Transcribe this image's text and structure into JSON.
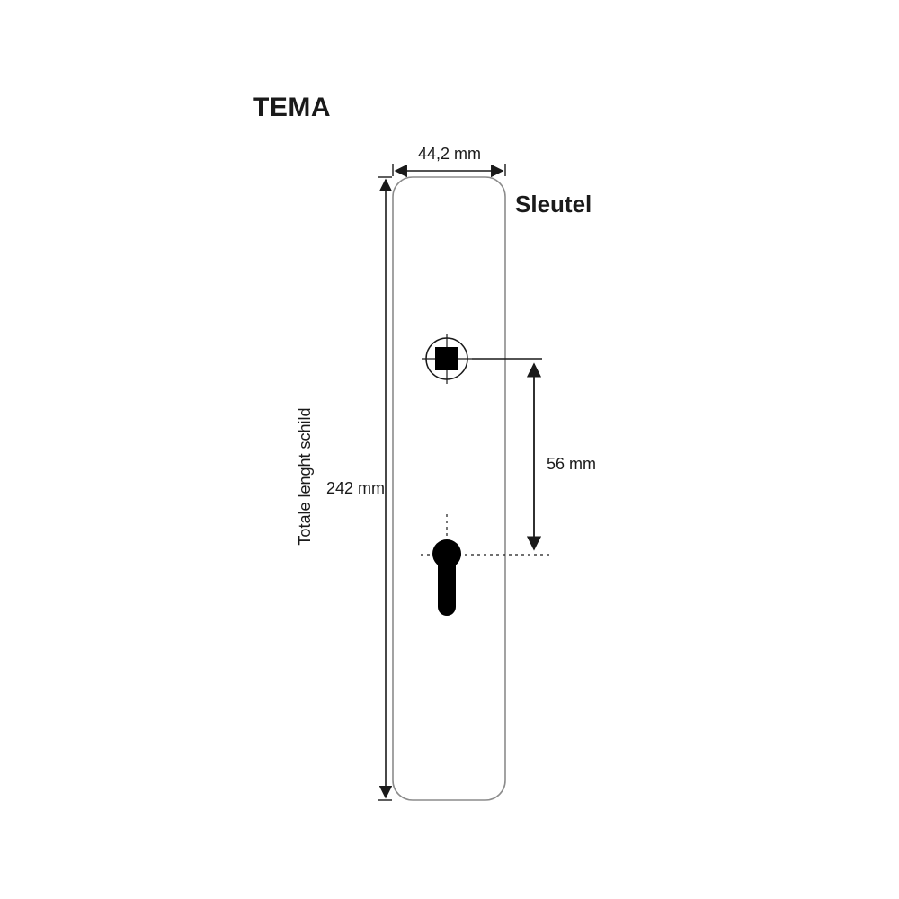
{
  "diagram": {
    "title": "TEMA",
    "plate_label": "Sleutel",
    "dimensions": {
      "width": "44,2 mm",
      "total_height": "242 mm",
      "total_height_label": "Totale lenght schild",
      "hole_spacing": "56 mm"
    },
    "colors": {
      "line": "#1a1a1a",
      "plate_outline": "#8c8c8c",
      "fill_black": "#000000",
      "background": "#ffffff"
    }
  }
}
